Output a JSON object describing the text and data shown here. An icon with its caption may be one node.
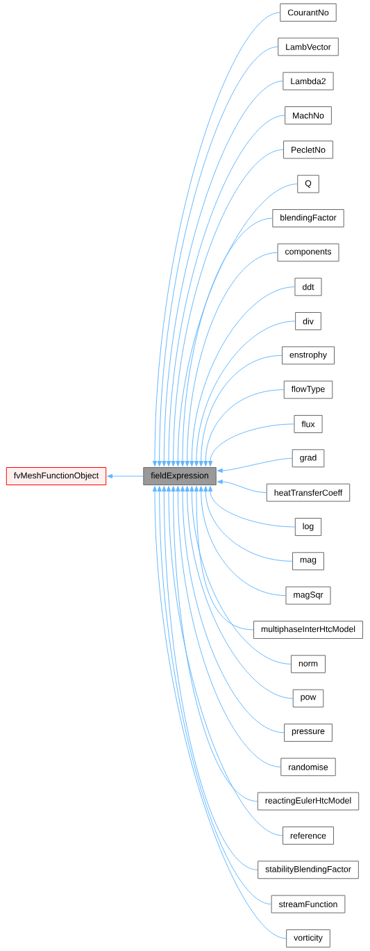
{
  "diagram": {
    "nodes": [
      {
        "text": [
          "fvMeshFunctionObject"
        ]
      },
      {
        "text": [
          "fieldExpression"
        ]
      },
      {
        "text": [
          "CourantNo"
        ]
      },
      {
        "text": [
          "LambVector"
        ]
      },
      {
        "text": [
          "Lambda2"
        ]
      },
      {
        "text": [
          "MachNo"
        ]
      },
      {
        "text": [
          "PecletNo"
        ]
      },
      {
        "text": [
          "Q"
        ]
      },
      {
        "text": [
          "blendingFactor"
        ]
      },
      {
        "text": [
          "components"
        ]
      },
      {
        "text": [
          "ddt"
        ]
      },
      {
        "text": [
          "div"
        ]
      },
      {
        "text": [
          "enstrophy"
        ]
      },
      {
        "text": [
          "flowType"
        ]
      },
      {
        "text": [
          "flux"
        ]
      },
      {
        "text": [
          "grad"
        ]
      },
      {
        "text": [
          "heatTransferCoeff"
        ]
      },
      {
        "text": [
          "log"
        ]
      },
      {
        "text": [
          "mag"
        ]
      },
      {
        "text": [
          "magSqr"
        ]
      },
      {
        "text": [
          "multiphaseInterHtcModel"
        ]
      },
      {
        "text": [
          "norm"
        ]
      },
      {
        "text": [
          "pow"
        ]
      },
      {
        "text": [
          "pressure"
        ]
      },
      {
        "text": [
          "randomise"
        ]
      },
      {
        "text": [
          "reactingEulerHtcModel"
        ]
      },
      {
        "text": [
          "reference"
        ]
      },
      {
        "text": [
          "stabilityBlendingFactor"
        ]
      },
      {
        "text": [
          "streamFunction"
        ]
      },
      {
        "text": [
          "vorticity"
        ]
      }
    ],
    "edges": [
      {
        "from": 1,
        "to": 0,
        "arrow": "to"
      },
      {
        "from": 2,
        "to": 1,
        "arrow": "to"
      },
      {
        "from": 3,
        "to": 1,
        "arrow": "to"
      },
      {
        "from": 4,
        "to": 1,
        "arrow": "to"
      },
      {
        "from": 5,
        "to": 1,
        "arrow": "to"
      },
      {
        "from": 6,
        "to": 1,
        "arrow": "to"
      },
      {
        "from": 7,
        "to": 1,
        "arrow": "to"
      },
      {
        "from": 8,
        "to": 1,
        "arrow": "to"
      },
      {
        "from": 9,
        "to": 1,
        "arrow": "to"
      },
      {
        "from": 10,
        "to": 1,
        "arrow": "to"
      },
      {
        "from": 11,
        "to": 1,
        "arrow": "to"
      },
      {
        "from": 12,
        "to": 1,
        "arrow": "to"
      },
      {
        "from": 13,
        "to": 1,
        "arrow": "to"
      },
      {
        "from": 14,
        "to": 1,
        "arrow": "to"
      },
      {
        "from": 15,
        "to": 1,
        "arrow": "to"
      },
      {
        "from": 16,
        "to": 1,
        "arrow": "to"
      },
      {
        "from": 17,
        "to": 1,
        "arrow": "to"
      },
      {
        "from": 18,
        "to": 1,
        "arrow": "to"
      },
      {
        "from": 19,
        "to": 1,
        "arrow": "to"
      },
      {
        "from": 20,
        "to": 1,
        "arrow": "to"
      },
      {
        "from": 21,
        "to": 1,
        "arrow": "to"
      },
      {
        "from": 22,
        "to": 1,
        "arrow": "to"
      },
      {
        "from": 23,
        "to": 1,
        "arrow": "to"
      },
      {
        "from": 24,
        "to": 1,
        "arrow": "to"
      },
      {
        "from": 25,
        "to": 1,
        "arrow": "to"
      },
      {
        "from": 26,
        "to": 1,
        "arrow": "to"
      },
      {
        "from": 27,
        "to": 1,
        "arrow": "to"
      },
      {
        "from": 28,
        "to": 1,
        "arrow": "to"
      },
      {
        "from": 29,
        "to": 1,
        "arrow": "to"
      }
    ]
  }
}
